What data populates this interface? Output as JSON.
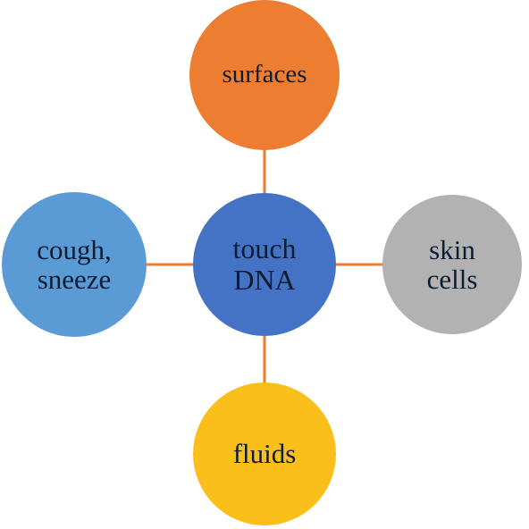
{
  "connector_color": "#ed7d31",
  "nodes": {
    "center": {
      "lines": [
        "touch",
        "DNA"
      ],
      "fill": "#4472c4"
    },
    "top": {
      "lines": [
        "surfaces"
      ],
      "fill": "#ed7d31"
    },
    "right": {
      "lines": [
        "skin",
        "cells"
      ],
      "fill": "#b2b2b2"
    },
    "bottom": {
      "lines": [
        "fluids"
      ],
      "fill": "#fbbf1b"
    },
    "left": {
      "lines": [
        "cough,",
        "sneeze"
      ],
      "fill": "#5b9bd5"
    }
  }
}
